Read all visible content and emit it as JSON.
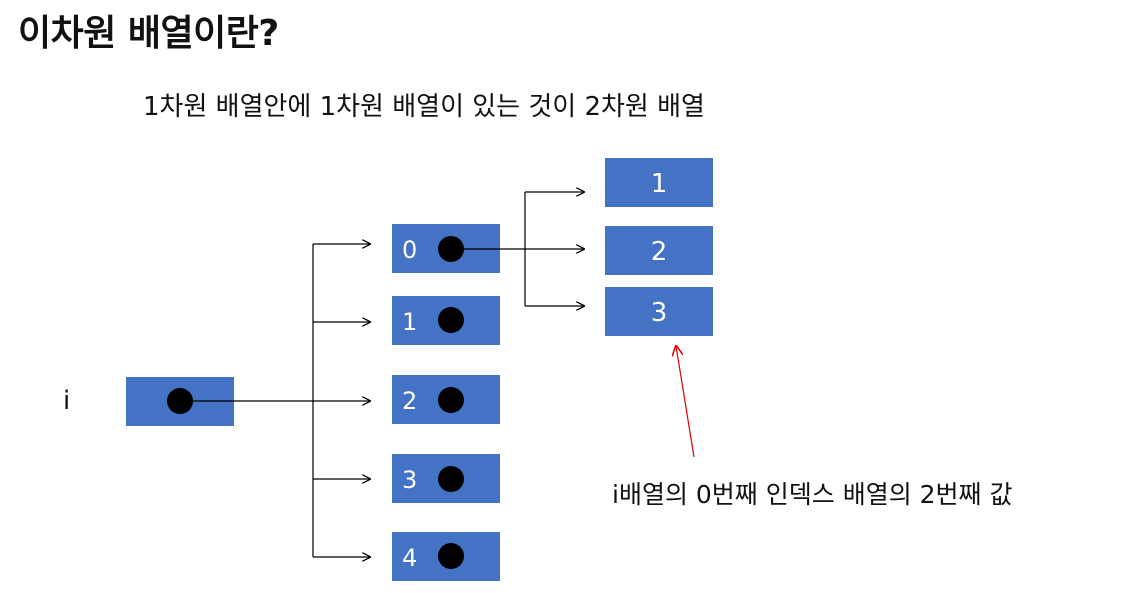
{
  "title": "이차원 배열이란?",
  "subtitle": "1차원 배열안에 1차원 배열이 있는 것이 2차원 배열",
  "colors": {
    "box_fill": "#4472C4",
    "pointer_dot": "#000000",
    "arrow": "#000000",
    "annotation_arrow": "#E00000"
  },
  "variable": {
    "label": "i"
  },
  "outer_array": {
    "indices": [
      "0",
      "1",
      "2",
      "3",
      "4"
    ]
  },
  "inner_array": {
    "values": [
      "1",
      "2",
      "3"
    ]
  },
  "annotation": {
    "text": "i배열의 0번째 인덱스 배열의 2번째 값"
  }
}
